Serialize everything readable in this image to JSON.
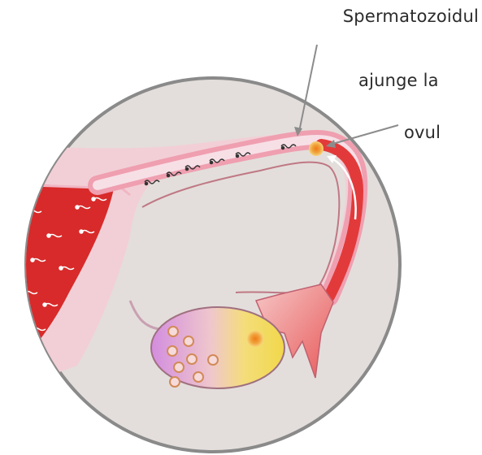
{
  "labels": {
    "line1": "Spermatozoidul",
    "line2": "ajunge la",
    "line3": "ovul"
  },
  "colors": {
    "circle_fill": "#e3dedb",
    "circle_stroke": "#8a8a8a",
    "uterus_red": "#d82a2a",
    "tube_pink": "#f0b6c3",
    "tube_inner": "#f7dfe6",
    "ovary_purple": "#d9a3e0",
    "ovary_yellow": "#f2d84b",
    "egg_orange": "#f0871f",
    "leader_line": "#8c8c8c"
  }
}
